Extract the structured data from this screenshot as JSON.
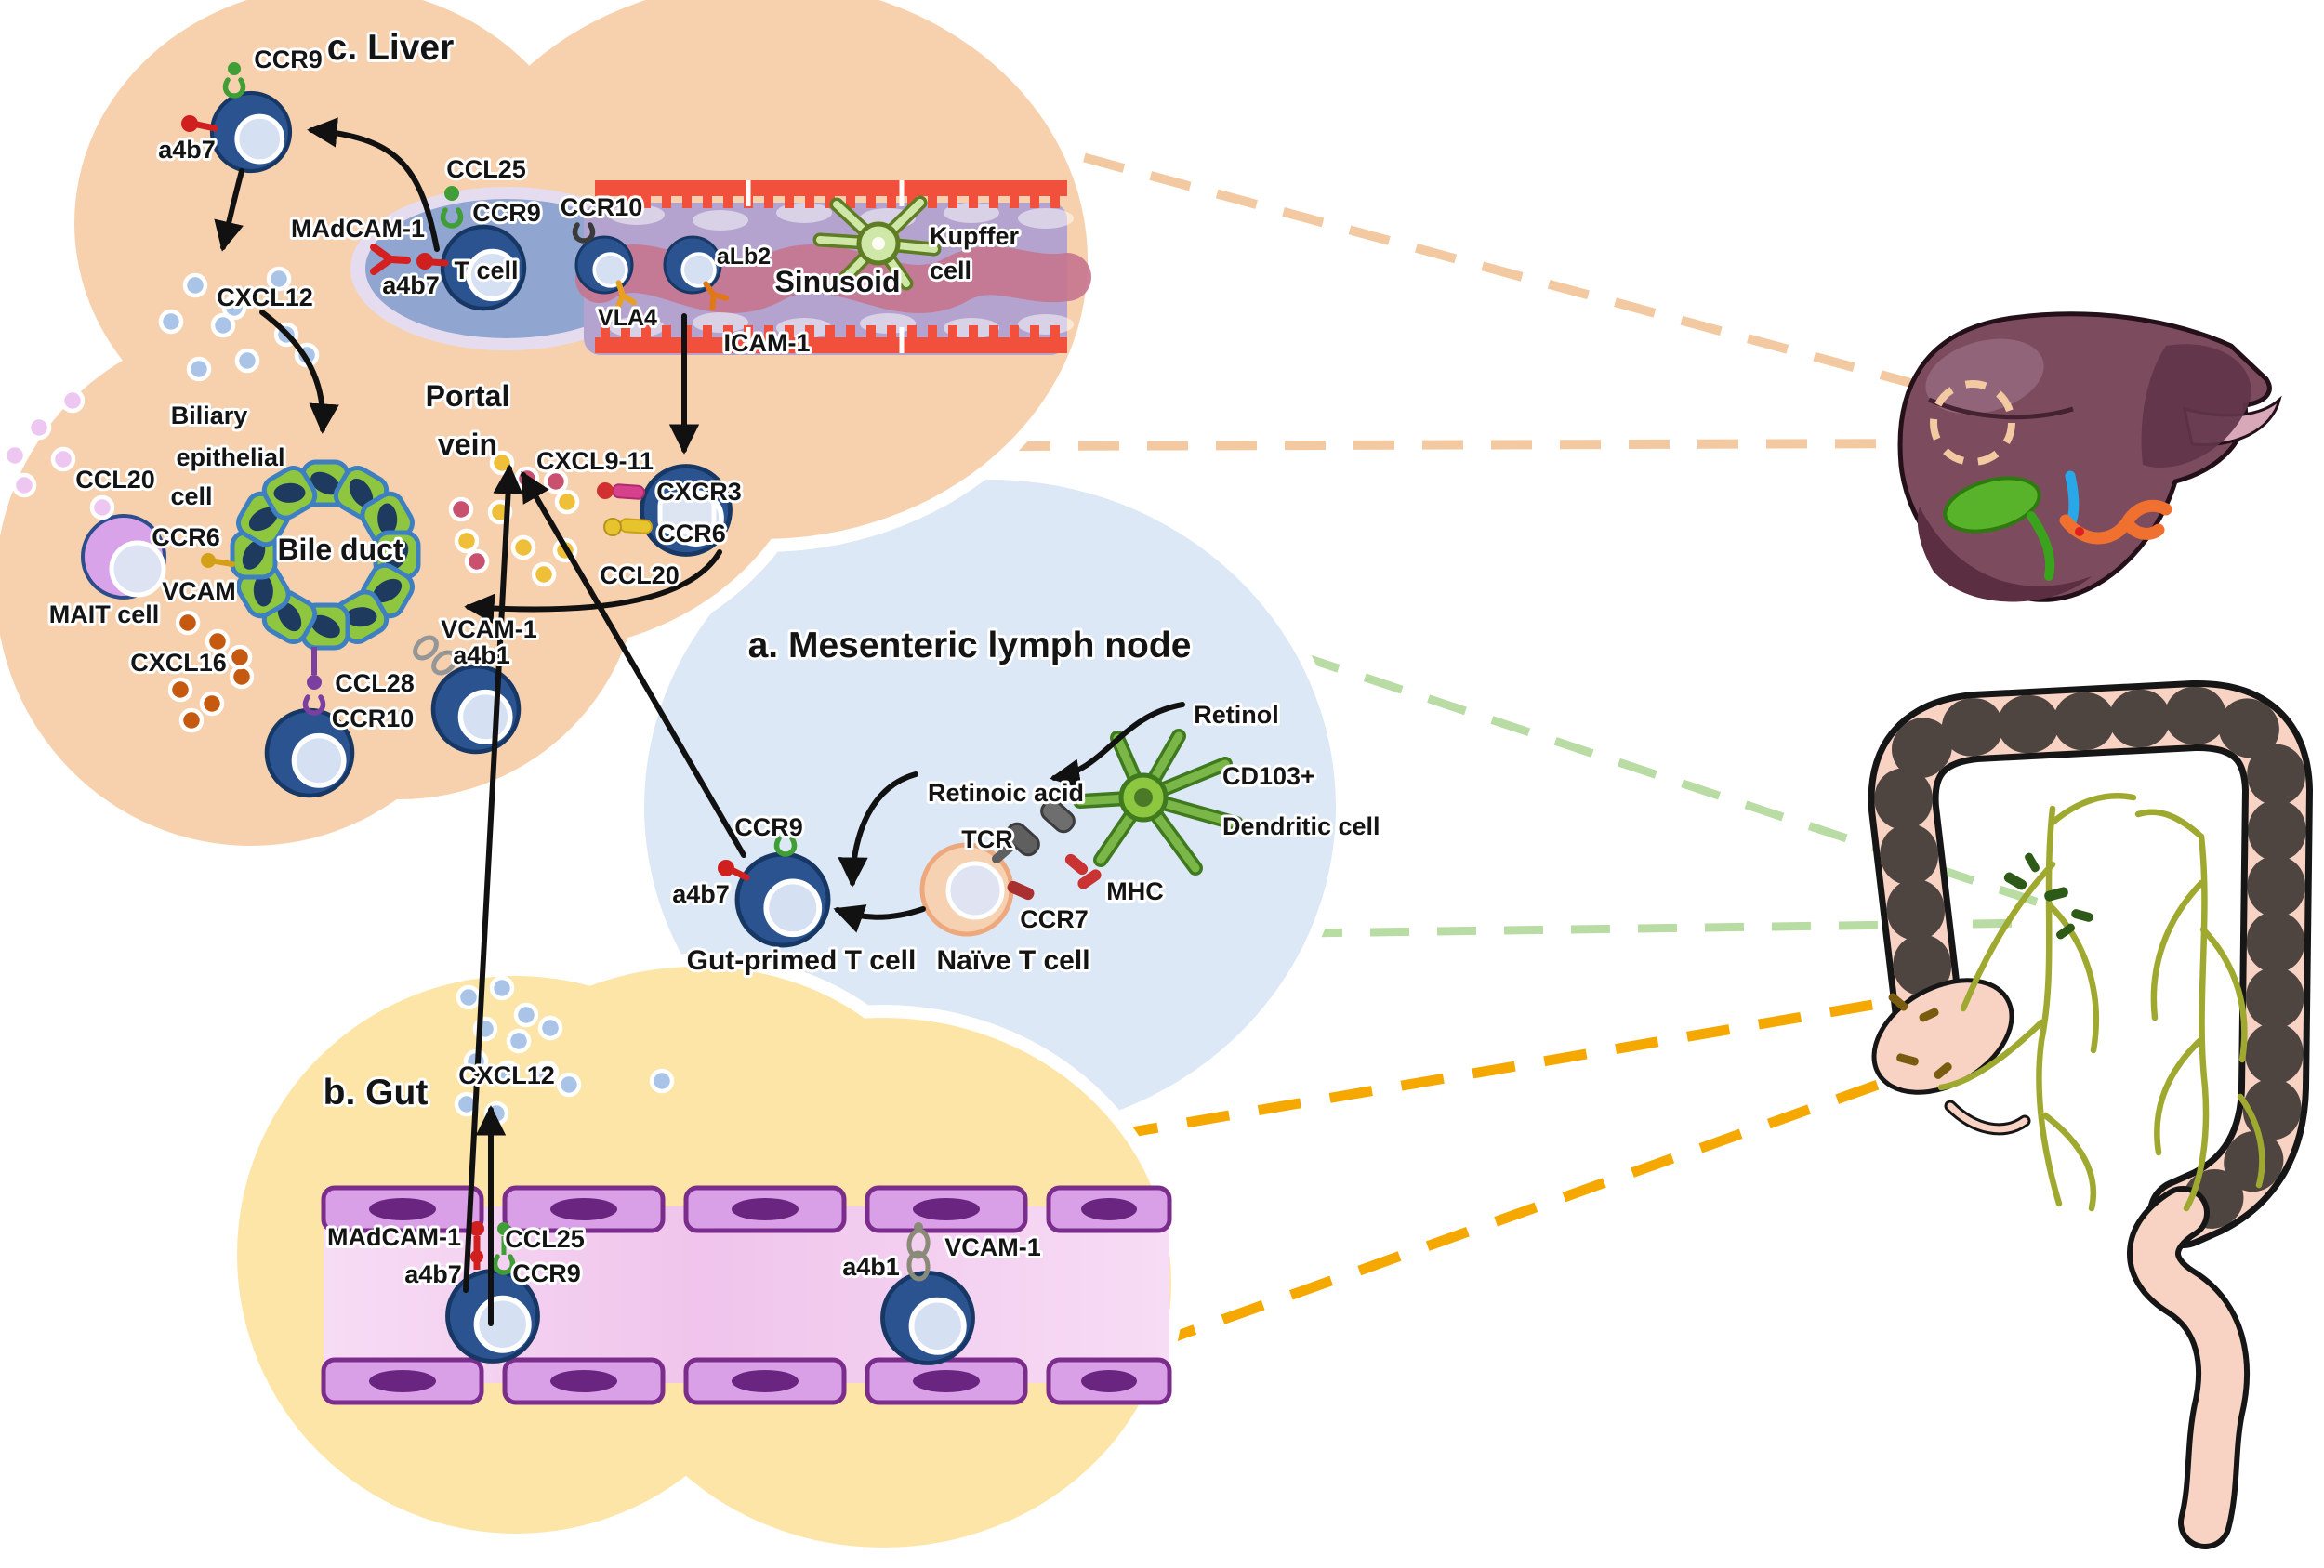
{
  "figure": {
    "description": "Gut-liver axis T cell trafficking diagram with liver, mesenteric lymph node and gut compartments linked to anatomical liver and intestine illustrations"
  },
  "liver": {
    "title": "c. Liver",
    "cell_top": {
      "ccr9": "CCR9",
      "a4b7": "a4b7"
    },
    "sinusoid": {
      "ccl25": "CCL25",
      "ccr9": "CCR9",
      "ccr10": "CCR10",
      "madcam1": "MAdCAM-1",
      "a4b7": "a4b7",
      "t_cell": "T cell",
      "vla4": "VLA4",
      "alb2": "aLb2",
      "title": "Sinusoid",
      "icam1": "ICAM-1",
      "kupffer_line1": "Kupffer",
      "kupffer_line2": "cell"
    },
    "portal_line1": "Portal",
    "portal_line2": "vein",
    "cxcl12": "CXCL12",
    "biliary_line1": "Biliary",
    "biliary_line2": "epithelial",
    "biliary_line3": "cell",
    "ccl20": "CCL20",
    "mait": {
      "label": "MAIT cell",
      "ccr6": "CCR6",
      "vcam": "VCAM",
      "cxcl16": "CXCL16"
    },
    "bile_duct": "Bile duct",
    "ccl28": "CCL28",
    "ccr10": "CCR10",
    "vcam1": "VCAM-1",
    "a4b1": "a4b1",
    "cxcl9_11": "CXCL9-11",
    "cxcr3": "CXCR3",
    "ccr6": "CCR6",
    "ccl20_2": "CCL20"
  },
  "mln": {
    "title": "a. Mesenteric lymph node",
    "retinol": "Retinol",
    "cd103_line1": "CD103+",
    "cd103_line2": "Dendritic cell",
    "retinoic_acid": "Retinoic acid",
    "tcr": "TCR",
    "mhc": "MHC",
    "ccr7": "CCR7",
    "ccr9": "CCR9",
    "a4b7": "a4b7",
    "gut_primed": "Gut-primed T cell",
    "naive": "Naïve T cell"
  },
  "gut": {
    "title": "b. Gut",
    "cxcl12": "CXCL12",
    "madcam1": "MAdCAM-1",
    "a4b7": "a4b7",
    "ccl25": "CCL25",
    "ccr9": "CCR9",
    "a4b1": "a4b1",
    "vcam1": "VCAM-1"
  },
  "colors": {
    "liver_blob": "#f7d1ae",
    "mln_circle": "#dce8f5",
    "gut_blob": "#fce5a6",
    "t_cell": "#2b5390",
    "bile_cell_green": "#8ec63f",
    "dashed_liver_link": "#f3c9a2",
    "dashed_mln_link": "#b8dca4",
    "dashed_gut_link": "#f5a800",
    "icam_red": "#f0503c",
    "sinusoid_purple": "#b3a3ce"
  }
}
